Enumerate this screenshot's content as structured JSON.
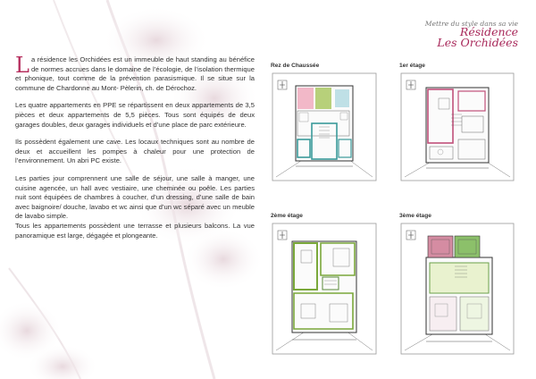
{
  "header": {
    "tagline": "Mettre du style dans sa vie",
    "title_line1": "Résidence",
    "title_line2": "Les Orchidées"
  },
  "intro": {
    "dropcap": "L",
    "p1_rest": "a résidence les Orchidées est un immeuble de haut standing au bénéfice de normes accrues dans le domaine de l’écologie, de l’isolation thermique et phonique, tout comme de la prévention parasismique. Il se situe sur la commune de Chardonne au Mont- Pèlerin, ch. de Dérochoz.",
    "p2": "Les quatre appartements en PPE se répartissent en deux appartements de 3,5 pièces et deux appartements de 5,5 pièces. Tous sont équipés de deux garages doubles, deux garages individuels et d’une place de parc extérieure.",
    "p3": "Ils possèdent également une cave. Les locaux techniques sont au nombre de deux et accueillent les pompes à chaleur pour une protection de l’environnement. Un abri PC existe.",
    "p4": "Les parties jour comprennent une salle de séjour, une salle à manger, une cuisine agencée, un hall avec vestiaire, une cheminée ou poêle. Les parties nuit sont équipées de chambres à coucher, d’un dressing, d’une salle de bain avec baignoire/ douche, lavabo et wc ainsi que d’un wc séparé avec un meuble de lavabo simple.",
    "p5": "Tous les appartements possèdent une terrasse et plusieurs balcons. La vue panoramique est large, dégagée et plongeante."
  },
  "plans": [
    {
      "label": "Rez de Chaussée",
      "accent": "#3a9a9a"
    },
    {
      "label": "1er étage",
      "accent": "#c0507a"
    },
    {
      "label": "2ème étage",
      "accent": "#7aa83a"
    },
    {
      "label": "3ème étage",
      "accent": "#6aa04a"
    }
  ],
  "colors": {
    "brand": "#a8285a",
    "dropcap": "#b7305f",
    "text": "#333333"
  }
}
